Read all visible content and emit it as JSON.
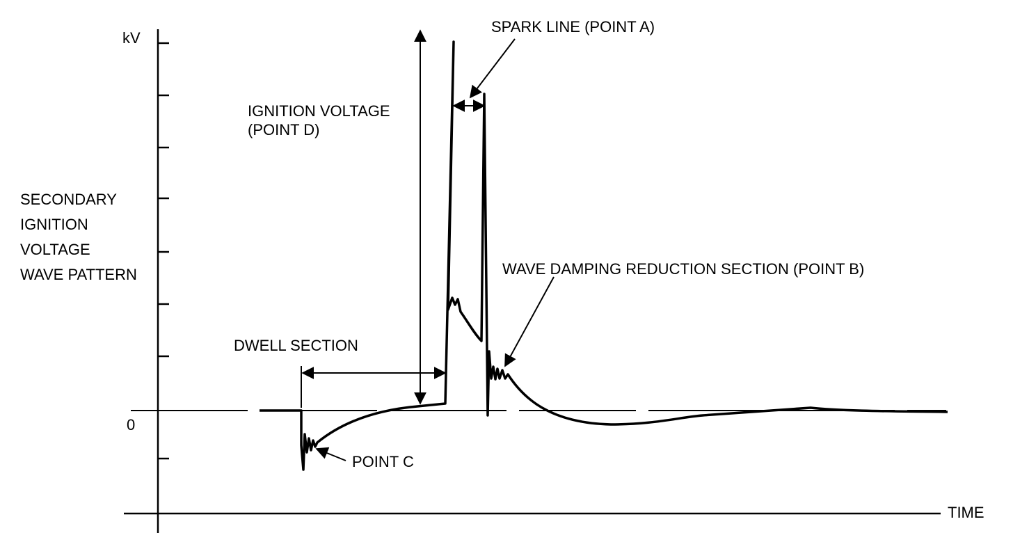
{
  "colors": {
    "ink": "#000000",
    "background": "#ffffff"
  },
  "y_axis_unit": "kV",
  "zero_label": "0",
  "x_axis_label": "TIME",
  "title_lines": [
    "SECONDARY",
    "IGNITION",
    "VOLTAGE",
    "WAVE PATTERN"
  ],
  "annotations": {
    "spark_line": "SPARK LINE (POINT A)",
    "ignition_voltage_line1": "IGNITION VOLTAGE",
    "ignition_voltage_line2": "(POINT D)",
    "wave_damping": "WAVE DAMPING REDUCTION SECTION (POINT B)",
    "dwell_section": "DWELL SECTION",
    "point_c": "POINT C"
  }
}
